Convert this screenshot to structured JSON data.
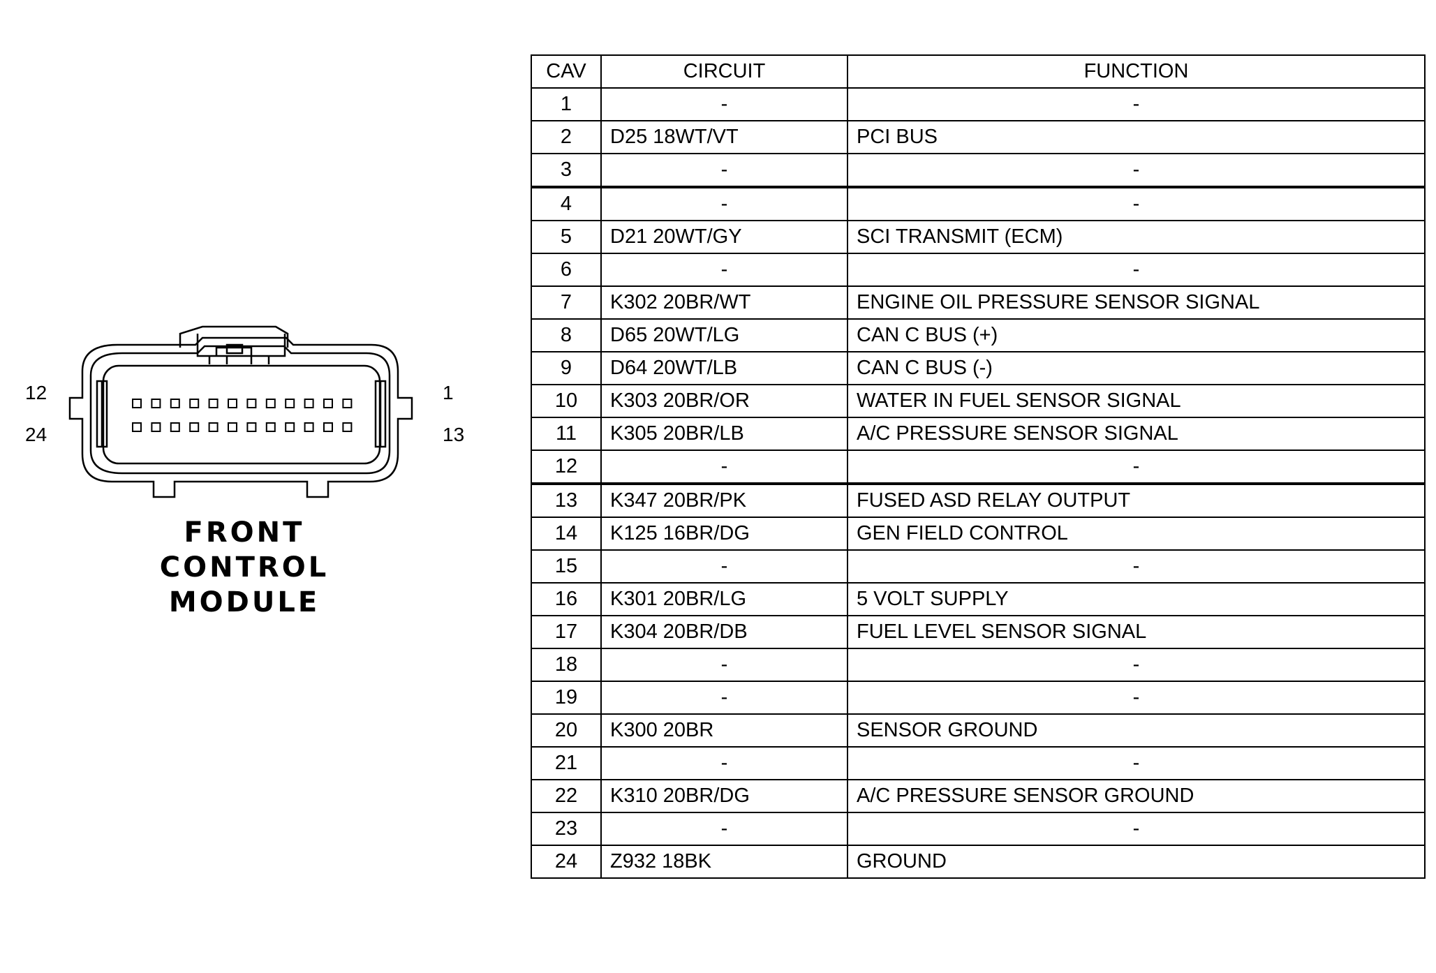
{
  "connector": {
    "pin_labels": {
      "top_left": "12",
      "bottom_left": "24",
      "top_right": "1",
      "bottom_right": "13"
    },
    "pins_per_row": 12,
    "rows": 2,
    "title_lines": [
      "FRONT",
      "CONTROL",
      "MODULE"
    ]
  },
  "table": {
    "headers": {
      "cav": "CAV",
      "circuit": "CIRCUIT",
      "function": "FUNCTION"
    },
    "rows": [
      {
        "cav": "1",
        "circuit": "-",
        "function": "-"
      },
      {
        "cav": "2",
        "circuit": "D25 18WT/VT",
        "function": "PCI BUS"
      },
      {
        "cav": "3",
        "circuit": "-",
        "function": "-"
      },
      {
        "cav": "4",
        "circuit": "-",
        "function": "-"
      },
      {
        "cav": "5",
        "circuit": "D21 20WT/GY",
        "function": "SCI TRANSMIT (ECM)"
      },
      {
        "cav": "6",
        "circuit": "-",
        "function": "-"
      },
      {
        "cav": "7",
        "circuit": "K302 20BR/WT",
        "function": "ENGINE OIL PRESSURE SENSOR SIGNAL"
      },
      {
        "cav": "8",
        "circuit": "D65 20WT/LG",
        "function": "CAN C BUS (+)"
      },
      {
        "cav": "9",
        "circuit": "D64 20WT/LB",
        "function": "CAN C BUS (-)"
      },
      {
        "cav": "10",
        "circuit": "K303 20BR/OR",
        "function": "WATER IN FUEL SENSOR SIGNAL"
      },
      {
        "cav": "11",
        "circuit": "K305 20BR/LB",
        "function": "A/C PRESSURE SENSOR SIGNAL"
      },
      {
        "cav": "12",
        "circuit": "-",
        "function": "-"
      },
      {
        "cav": "13",
        "circuit": "K347 20BR/PK",
        "function": "FUSED ASD RELAY OUTPUT"
      },
      {
        "cav": "14",
        "circuit": "K125 16BR/DG",
        "function": "GEN FIELD CONTROL"
      },
      {
        "cav": "15",
        "circuit": "-",
        "function": "-"
      },
      {
        "cav": "16",
        "circuit": "K301 20BR/LG",
        "function": "5 VOLT SUPPLY"
      },
      {
        "cav": "17",
        "circuit": "K304 20BR/DB",
        "function": "FUEL LEVEL SENSOR SIGNAL"
      },
      {
        "cav": "18",
        "circuit": "-",
        "function": "-"
      },
      {
        "cav": "19",
        "circuit": "-",
        "function": "-"
      },
      {
        "cav": "20",
        "circuit": "K300 20BR",
        "function": "SENSOR GROUND"
      },
      {
        "cav": "21",
        "circuit": "-",
        "function": "-"
      },
      {
        "cav": "22",
        "circuit": "K310 20BR/DG",
        "function": "A/C PRESSURE SENSOR GROUND"
      },
      {
        "cav": "23",
        "circuit": "-",
        "function": "-"
      },
      {
        "cav": "24",
        "circuit": "Z932 18BK",
        "function": "GROUND"
      }
    ]
  }
}
